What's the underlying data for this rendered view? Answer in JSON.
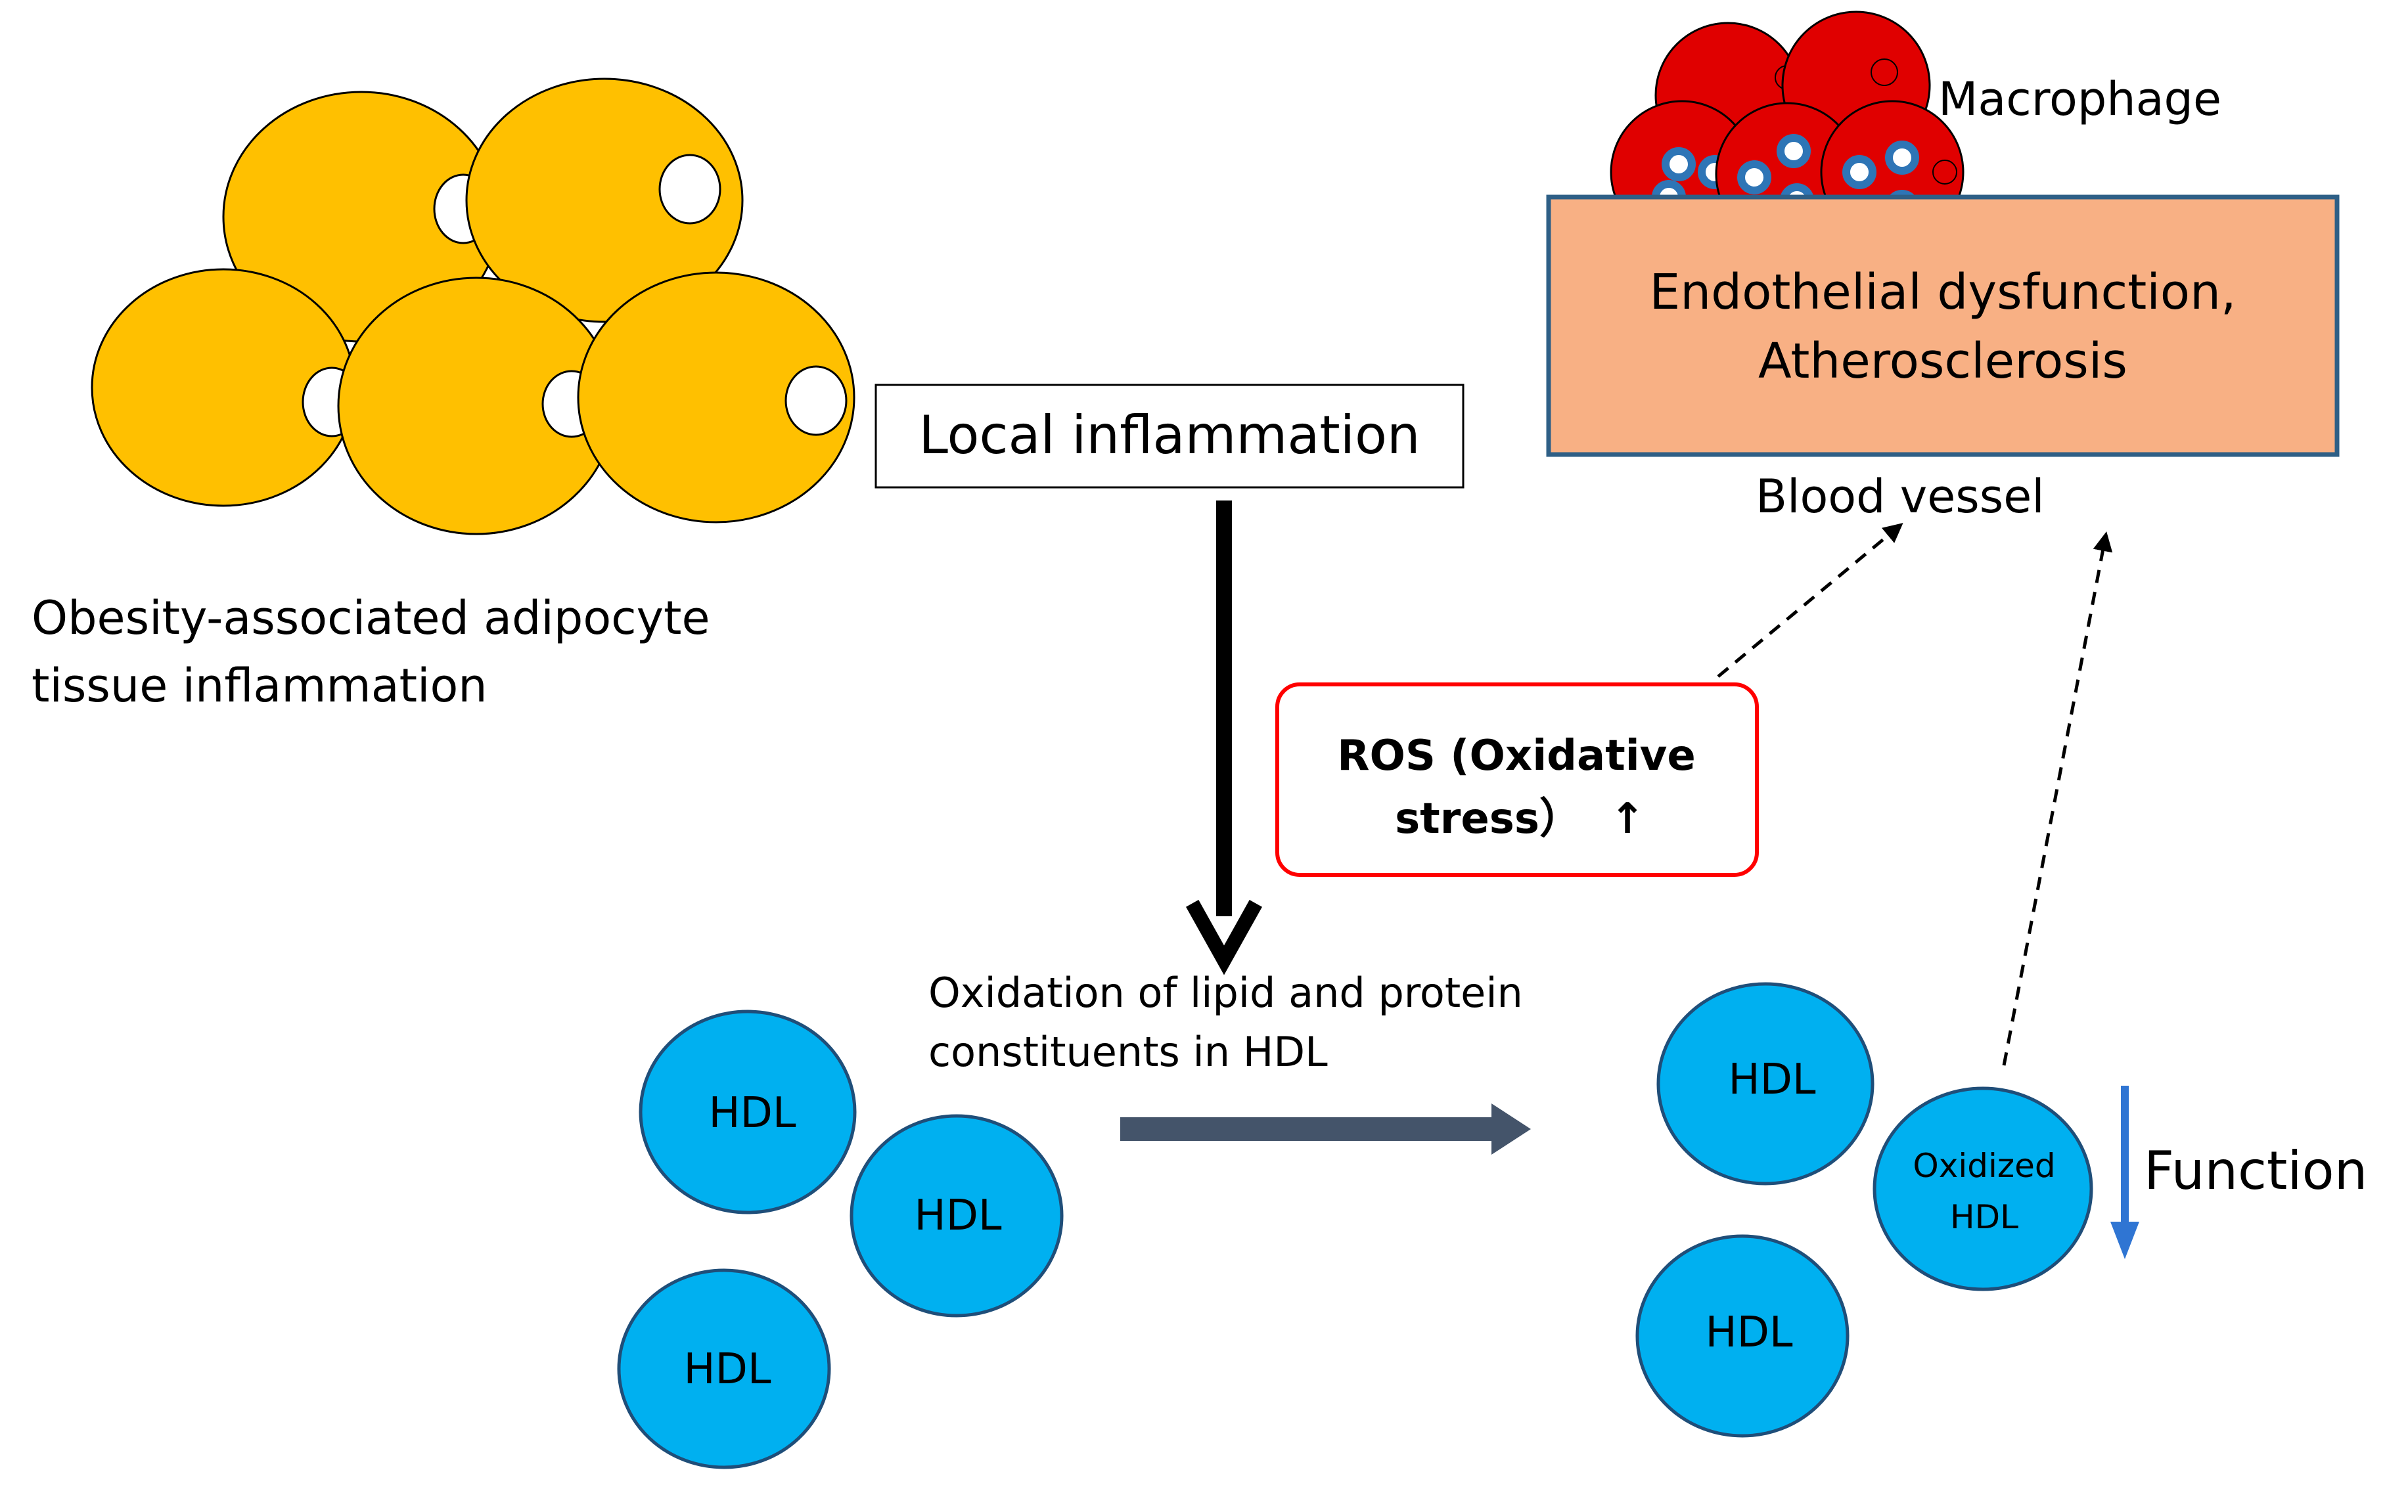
{
  "labels": {
    "adipocyte_line1": "Obesity-associated adipocyte",
    "adipocyte_line2": "tissue inflammation",
    "local_inflammation": "Local inflammation",
    "macrophage": "Macrophage",
    "endothelial_line1": "Endothelial dysfunction,",
    "endothelial_line2": "Atherosclerosis",
    "blood_vessel": "Blood vessel",
    "ros_line1": "ROS (Oxidative",
    "ros_line2": "stress）",
    "ros_arrow": "↑",
    "oxidation_line1": "Oxidation of lipid and protein",
    "oxidation_line2": "constituents in HDL",
    "hdl": "HDL",
    "oxidized_line1": "Oxidized",
    "oxidized_line2": "HDL",
    "function": "Function"
  },
  "colors": {
    "adipocyte_fill": "#FFC000",
    "macrophage_fill": "#E00000",
    "endothelium_fill": "#F8B084",
    "endothelium_border": "#2E5F86",
    "hdl_fill": "#00B0F0",
    "hdl_border": "#1F4E79",
    "ros_border": "#FF0000",
    "process_arrow": "#44546A",
    "function_arrow": "#2F75D3"
  }
}
